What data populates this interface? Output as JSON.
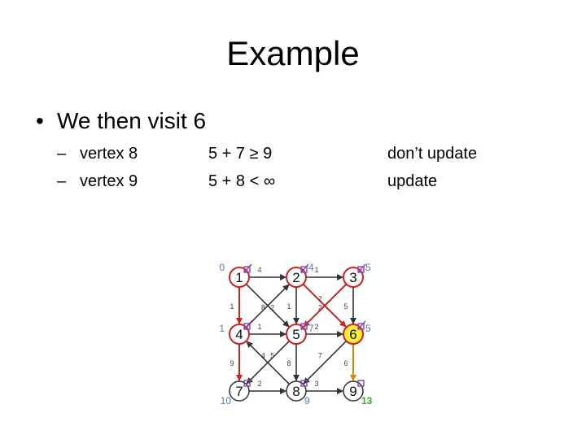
{
  "title": "Example",
  "bullet": "We then visit 6",
  "bullet_marker": "•",
  "sub_marker": "–",
  "rows": [
    {
      "label": "vertex 8",
      "expr": "5 + 7 ≥ 9",
      "note": "don’t update"
    },
    {
      "label": "vertex 9",
      "expr": "5 + 8 < ∞",
      "note": "update"
    }
  ],
  "colors": {
    "visited": "#cc2222",
    "current": "#ffee33",
    "marker": "#8844aa",
    "dist_label": "#5577bb",
    "updated_label": "#33aa33",
    "edge": "#333333",
    "highlight_edge": "#dd8800"
  },
  "graph": {
    "nodes": [
      {
        "id": "1",
        "dist": "0",
        "state": "visited"
      },
      {
        "id": "2",
        "dist": "4",
        "state": "visited"
      },
      {
        "id": "3",
        "dist": "5",
        "state": "visited"
      },
      {
        "id": "4",
        "dist": "1",
        "state": "visited"
      },
      {
        "id": "5",
        "dist": "7",
        "state": "visited"
      },
      {
        "id": "6",
        "dist": "5",
        "state": "current"
      },
      {
        "id": "7",
        "dist": "10",
        "state": "normal"
      },
      {
        "id": "8",
        "dist": "9",
        "state": "normal"
      },
      {
        "id": "9",
        "dist": "13",
        "state": "updated"
      }
    ],
    "edges": [
      {
        "from": "1",
        "to": "2",
        "weight": "4",
        "color": "edge"
      },
      {
        "from": "2",
        "to": "3",
        "weight": "1",
        "color": "edge"
      },
      {
        "from": "1",
        "to": "4",
        "weight": "1",
        "color": "visited"
      },
      {
        "from": "1",
        "to": "5",
        "weight": "8",
        "color": "edge"
      },
      {
        "from": "2",
        "to": "5",
        "weight": "1",
        "color": "edge"
      },
      {
        "from": "2",
        "to": "6",
        "weight": "2",
        "color": "visited"
      },
      {
        "from": "3",
        "to": "5",
        "weight": "2",
        "color": "visited"
      },
      {
        "from": "3",
        "to": "6",
        "weight": "5",
        "color": "edge"
      },
      {
        "from": "4",
        "to": "2",
        "weight": "2",
        "color": "edge"
      },
      {
        "from": "4",
        "to": "5",
        "weight": "1",
        "color": "edge"
      },
      {
        "from": "4",
        "to": "7",
        "weight": "9",
        "color": "visited"
      },
      {
        "from": "5",
        "to": "6",
        "weight": "2",
        "color": "edge"
      },
      {
        "from": "5",
        "to": "7",
        "weight": "4",
        "color": "edge"
      },
      {
        "from": "5",
        "to": "8",
        "weight": "8",
        "color": "edge"
      },
      {
        "from": "6",
        "to": "8",
        "weight": "7",
        "color": "edge"
      },
      {
        "from": "6",
        "to": "9",
        "weight": "6",
        "color": "highlight_edge"
      },
      {
        "from": "7",
        "to": "8",
        "weight": "2",
        "color": "edge"
      },
      {
        "from": "8",
        "to": "4",
        "weight": "5",
        "color": "edge"
      },
      {
        "from": "8",
        "to": "9",
        "weight": "3",
        "color": "edge"
      }
    ]
  }
}
